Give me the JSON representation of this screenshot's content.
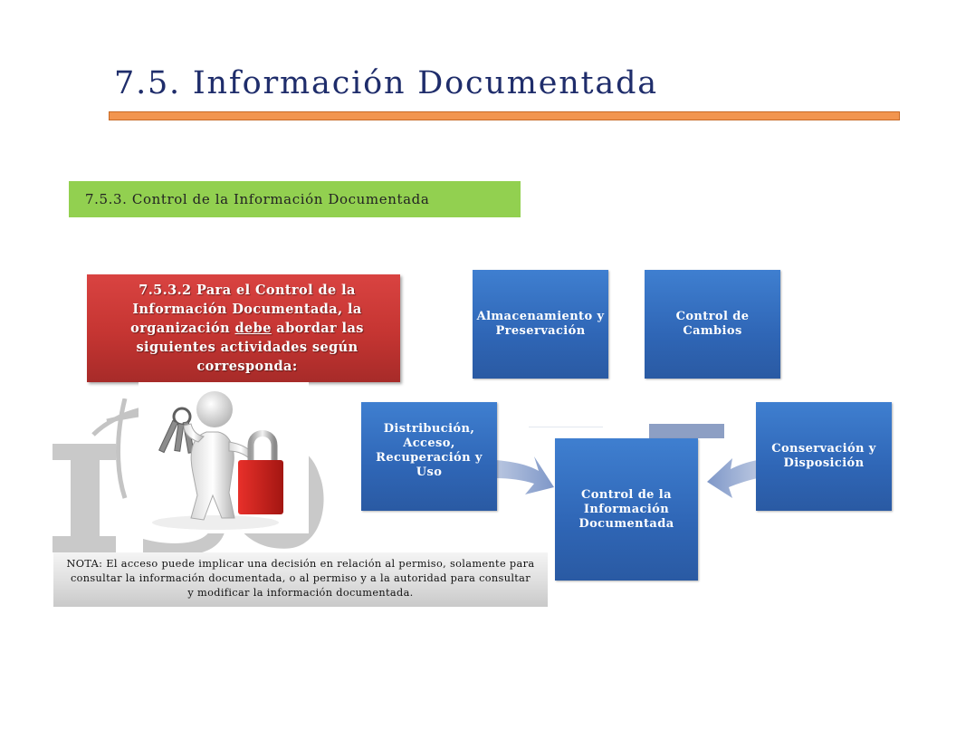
{
  "title": "7.5. Información Documentada",
  "subtitle": "7.5.3. Control de la Información Documentada",
  "red_box": {
    "line1": "7.5.3.2 Para el Control de la",
    "line2": "Información Documentada, la",
    "line3_pre": "organización ",
    "line3_underlined": "debe",
    "line3_post": " abordar las",
    "line4": "siguientes actividades según",
    "line5": "corresponda:"
  },
  "boxes": {
    "almacenamiento": "Almacenamiento y Preservación",
    "control_cambios": "Control de Cambios",
    "distribucion": "Distribución, Acceso, Recuperación y Uso",
    "conservacion": "Conservación y Disposición",
    "center": "Control de la Información Documentada"
  },
  "note": "NOTA: El acceso puede implicar una decisión en relación al permiso, solamente para consultar la información documentada, o al permiso y a la autoridad para consultar y modificar la información documentada.",
  "colors": {
    "title": "#1f2d6b",
    "title_bar": "#f2954f",
    "subtitle_bg": "#92d050",
    "red_box": "#c53532",
    "blue_box": "#2f66b6",
    "arrow": "#8da3cf"
  }
}
